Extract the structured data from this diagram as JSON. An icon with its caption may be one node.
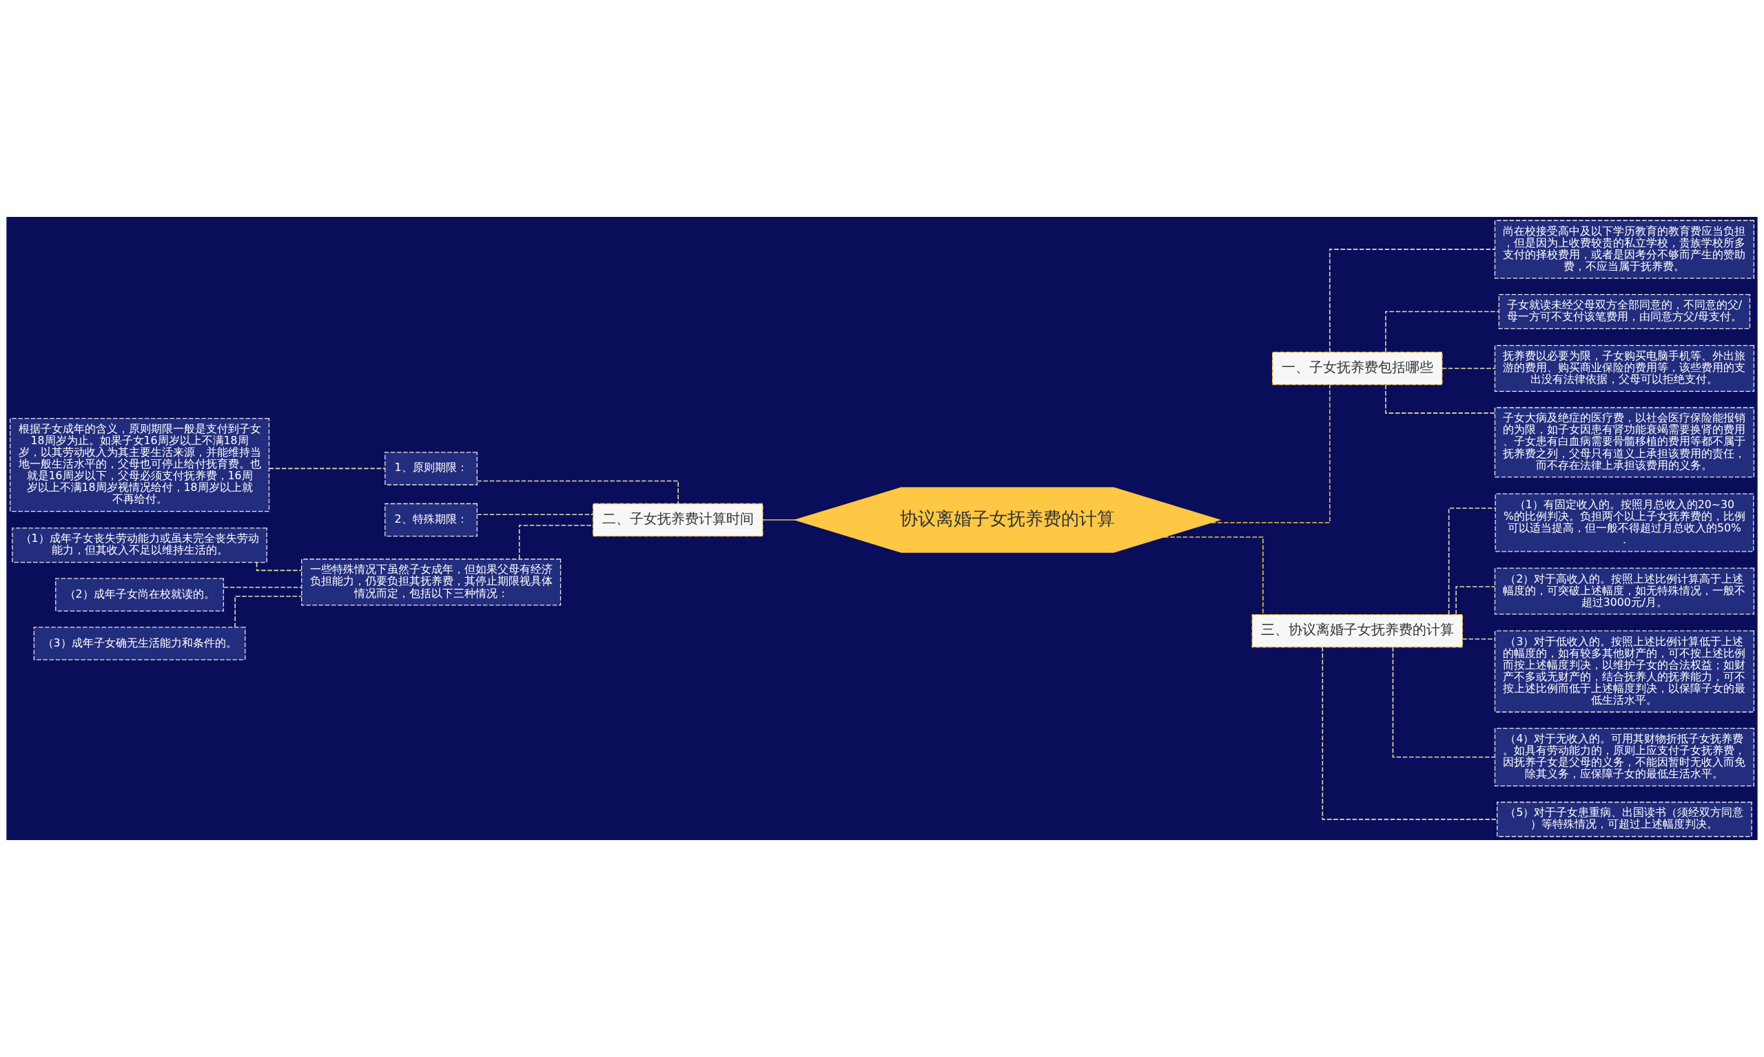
{
  "diagram": {
    "nodes": [
      {
        "text": [
          "协议离婚子女抚养费的计算"
        ]
      },
      {
        "text": [
          "一、子女抚养费包括哪些"
        ]
      },
      {
        "text": [
          "尚在校接受高中及以下学历教育的教育费应当负担，但是因为上收费较贵的私立学校，贵族学校所多支付的择校费用，或者是因考分不够而产生的赞助费，不应当属于抚养费。"
        ]
      },
      {
        "text": [
          "子女就读未经父母双方全部同意的，不同意的父/母一方可不支付该笔费用，由同意方父/母支付。"
        ]
      },
      {
        "text": [
          "抚养费以必要为限，子女购买电脑手机等、外出旅游的费用、购买商业保险的费用等，该些费用的支出没有法律依据，父母可以拒绝支付。"
        ]
      },
      {
        "text": [
          "子女大病及绝症的医疗费，以社会医疗保险能报销的为限，如子女因患有肾功能衰竭需要换肾的费用、子女患有白血病需要骨髓移植的费用等都不属于抚养费之列，父母只有道义上承担该费用的责任，而不存在法律上承担该费用的义务。"
        ]
      },
      {
        "text": [
          "二、子女抚养费计算时间"
        ]
      },
      {
        "text": [
          "1、原则期限："
        ]
      },
      {
        "text": [
          "根据子女成年的含义，原则期限一般是支付到子女18周岁为止。如果子女16周岁以上不满18周岁，以其劳动收入为其主要生活来源，并能维持当地一般生活水平的，父母也可停止给付抚育费。也就是16周岁以下，父母必须支付抚养费，16周岁以上不满18周岁视情况给付，18周岁以上就不再给付。"
        ]
      },
      {
        "text": [
          "2、特殊期限："
        ]
      },
      {
        "text": [
          "一些特殊情况下虽然子女成年，但如果父母有经济负担能力，仍要负担其抚养费，其停止期限视具体情况而定，包括以下三种情况："
        ]
      },
      {
        "text": [
          "（1）成年子女丧失劳动能力或虽未完全丧失劳动能力，但其收入不足以维持生活的。"
        ]
      },
      {
        "text": [
          "（2）成年子女尚在校就读的。"
        ]
      },
      {
        "text": [
          "（3）成年子女确无生活能力和条件的。"
        ]
      },
      {
        "text": [
          "三、协议离婚子女抚养费的计算"
        ]
      },
      {
        "text": [
          "（1）有固定收入的。按照月总收入的20~30%的比例判决。负担两个以上子女抚养费的，比例可以适当提高，但一般不得超过月总收入的50%."
        ]
      },
      {
        "text": [
          "（2）对于高收入的。按照上述比例计算高于上述幅度的，可突破上述幅度，如无特殊情况，一般不超过3000元/月。"
        ]
      },
      {
        "text": [
          "（3）对于低收入的。按照上述比例计算低于上述的幅度的，如有较多其他财产的，可不按上述比例而按上述幅度判决，以维护子女的合法权益；如财产不多或无财产的，结合抚养人的抚养能力，可不按上述比例而低于上述幅度判决，以保障子女的最低生活水平。"
        ]
      },
      {
        "text": [
          "（4）对于无收入的。可用其财物折抵子女抚养费。如具有劳动能力的，原则上应支付子女抚养费，因抚养子女是父母的义务，不能因暂时无收入而免除其义务，应保障子女的最低生活水平。"
        ]
      },
      {
        "text": [
          "（5）对于子女患重病、出国读书（须经双方同意）等特殊情况，可超过上述幅度判决。"
        ]
      }
    ],
    "edges": [
      {
        "from": 0,
        "to": 1,
        "arrow": "none",
        "style": "dashed",
        "color": "#f5c542"
      },
      {
        "from": 1,
        "to": 2,
        "arrow": "none",
        "style": "dashed"
      },
      {
        "from": 1,
        "to": 3,
        "arrow": "none",
        "style": "dashed"
      },
      {
        "from": 1,
        "to": 4,
        "arrow": "none",
        "style": "dashed"
      },
      {
        "from": 1,
        "to": 5,
        "arrow": "none",
        "style": "dashed"
      },
      {
        "from": 0,
        "to": 6,
        "arrow": "none",
        "color": "#f5c542"
      },
      {
        "from": 6,
        "to": 7,
        "arrow": "none",
        "style": "dashed"
      },
      {
        "from": 7,
        "to": 8,
        "arrow": "none",
        "style": "dashed"
      },
      {
        "from": 6,
        "to": 9,
        "arrow": "none",
        "style": "dashed"
      },
      {
        "from": 6,
        "to": 10,
        "arrow": "none",
        "style": "dashed"
      },
      {
        "from": 10,
        "to": 11,
        "arrow": "none",
        "style": "dashed"
      },
      {
        "from": 10,
        "to": 12,
        "arrow": "none",
        "style": "dashed"
      },
      {
        "from": 10,
        "to": 13,
        "arrow": "none",
        "style": "dashed"
      },
      {
        "from": 0,
        "to": 14,
        "arrow": "none",
        "style": "dashed",
        "color": "#f5c542"
      },
      {
        "from": 14,
        "to": 15,
        "arrow": "none",
        "style": "dashed"
      },
      {
        "from": 14,
        "to": 16,
        "arrow": "none",
        "style": "dashed"
      },
      {
        "from": 14,
        "to": 17,
        "arrow": "none",
        "style": "dashed"
      },
      {
        "from": 14,
        "to": 18,
        "arrow": "none",
        "style": "dashed"
      },
      {
        "from": 14,
        "to": 19,
        "arrow": "none",
        "style": "dashed"
      }
    ]
  }
}
